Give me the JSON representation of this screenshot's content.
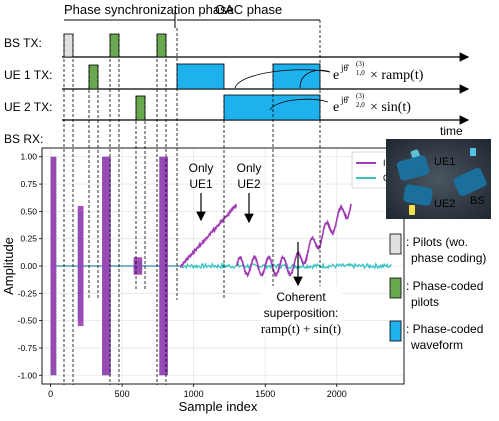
{
  "phases": {
    "sync_label": "Phase synchronization phase",
    "oac_label": "OAC phase"
  },
  "rows": [
    {
      "id": "bs-tx",
      "label": "BS TX:"
    },
    {
      "id": "ue1-tx",
      "label": "UE 1 TX:"
    },
    {
      "id": "ue2-tx",
      "label": "UE 2 TX:"
    },
    {
      "id": "bs-rx",
      "label": "BS RX:"
    }
  ],
  "time_label": "time",
  "formulas": {
    "ue1_prefix": "e",
    "ue1_exponent": "jθ̂",
    "ue1_exponent_sup": "(3)",
    "ue1_exponent_sub": "1,0",
    "ue1_rest": "× ramp(t)",
    "ue2_prefix": "e",
    "ue2_exponent": "jθ̂",
    "ue2_exponent_sup": "(3)",
    "ue2_exponent_sub": "2,0",
    "ue2_rest": "× sin(t)"
  },
  "annotations": {
    "only_ue1_line1": "Only",
    "only_ue1_line2": "UE1",
    "only_ue2_line1": "Only",
    "only_ue2_line2": "UE2",
    "coherent_line1": "Coherent",
    "coherent_line2": "superposition:",
    "coherent_line3": "ramp(t) + sin(t)"
  },
  "photo_labels": {
    "ue1": "UE1",
    "ue2": "UE2",
    "bs": "BS"
  },
  "legend": [
    {
      "color": "#e0e0e0",
      "line1": ": Pilots (wo.",
      "line2": "phase coding)"
    },
    {
      "color": "#6aa84f",
      "line1": ": Phase-coded",
      "line2": "pilots"
    },
    {
      "color": "#1fb1ec",
      "line1": ": Phase-coded",
      "line2": "waveform"
    }
  ],
  "colors": {
    "pilot_plain": "#e0e0e0",
    "pilot_coded": "#6aa84f",
    "waveform": "#1fb1ec",
    "series_I": "#a03cb4",
    "series_Q": "#35c2c2"
  },
  "chart_data": {
    "type": "line",
    "xlabel": "Sample index",
    "ylabel": "Amplitude",
    "xlim": [
      -60,
      2470
    ],
    "ylim": [
      -1.08,
      1.08
    ],
    "xticks": [
      0,
      500,
      1000,
      1500,
      2000
    ],
    "yticks": [
      -1.0,
      -0.75,
      -0.5,
      -0.25,
      0.0,
      0.25,
      0.5,
      0.75,
      1.0
    ],
    "grid": true,
    "legend_position": "top-right",
    "series": [
      {
        "name": "I",
        "segments": [
          {
            "range": [
              0,
              40
            ],
            "shape": "pulse",
            "amplitude": 1.0
          },
          {
            "range": [
              190,
              230
            ],
            "shape": "pulse",
            "amplitude": 0.55
          },
          {
            "range": [
              360,
              420
            ],
            "shape": "pulse",
            "amplitude": 1.0
          },
          {
            "range": [
              580,
              640
            ],
            "shape": "pulse",
            "amplitude": 0.08
          },
          {
            "range": [
              760,
              820
            ],
            "shape": "pulse",
            "amplitude": 1.0
          },
          {
            "range": [
              910,
              1300
            ],
            "shape": "ramp",
            "from": 0.0,
            "to": 0.56
          },
          {
            "range": [
              1300,
              1700
            ],
            "shape": "sine",
            "amplitude": 0.08
          },
          {
            "range": [
              1700,
              2100
            ],
            "shape": "ramp+sine",
            "from": 0.0,
            "to": 0.56,
            "amplitude": 0.08
          }
        ]
      },
      {
        "name": "Q",
        "segments": [
          {
            "range": [
              0,
              40
            ],
            "shape": "pulse",
            "amplitude": 1.0
          },
          {
            "range": [
              190,
              230
            ],
            "shape": "pulse",
            "amplitude": 0.5
          },
          {
            "range": [
              360,
              420
            ],
            "shape": "pulse",
            "amplitude": 1.0
          },
          {
            "range": [
              580,
              640
            ],
            "shape": "pulse",
            "amplitude": 0.05
          },
          {
            "range": [
              760,
              820
            ],
            "shape": "pulse",
            "amplitude": 1.0
          },
          {
            "range": [
              910,
              2380
            ],
            "shape": "noise",
            "amplitude": 0.02
          }
        ]
      }
    ]
  }
}
